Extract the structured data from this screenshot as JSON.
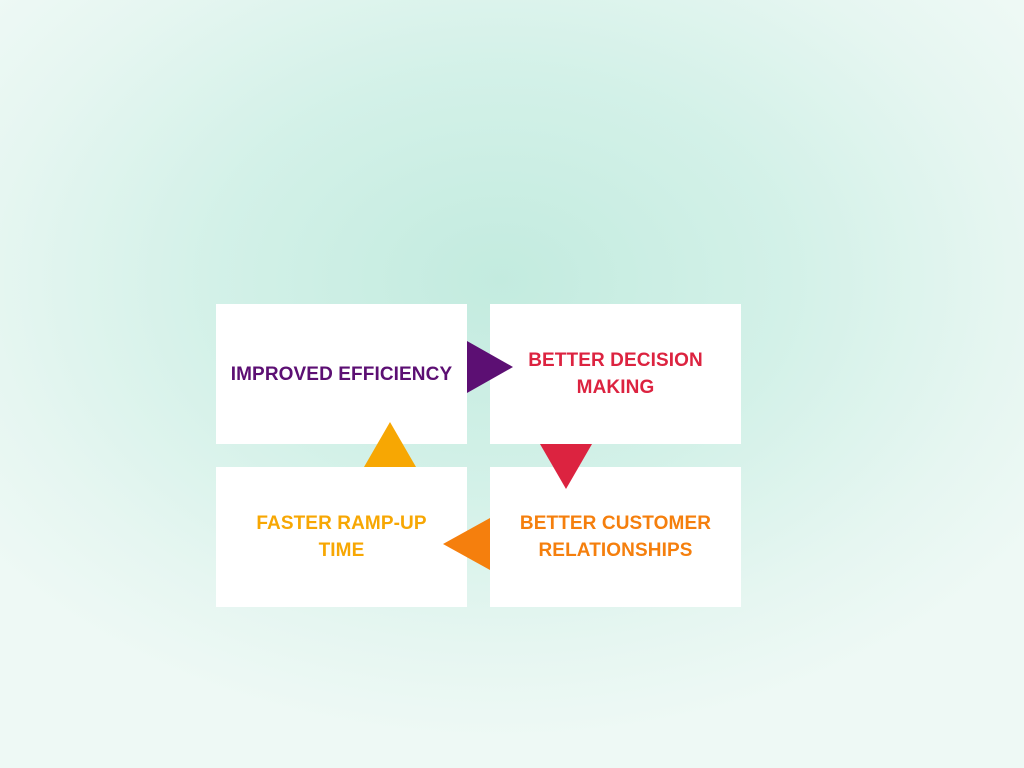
{
  "cycle": {
    "steps": [
      {
        "label": "IMPROVED EFFICIENCY",
        "color": "#5c0f73"
      },
      {
        "label": "BETTER DECISION MAKING",
        "color": "#dc2340"
      },
      {
        "label": "BETTER CUSTOMER RELATIONSHIPS",
        "color": "#f57f0d"
      },
      {
        "label": "FASTER RAMP-UP TIME",
        "color": "#f7a703"
      }
    ],
    "arrows": [
      {
        "direction": "right",
        "color": "#5c0f73",
        "icon": "triangle-right-icon"
      },
      {
        "direction": "down",
        "color": "#dc2340",
        "icon": "triangle-down-icon"
      },
      {
        "direction": "left",
        "color": "#f57f0d",
        "icon": "triangle-left-icon"
      },
      {
        "direction": "up",
        "color": "#f7a703",
        "icon": "triangle-up-icon"
      }
    ]
  }
}
